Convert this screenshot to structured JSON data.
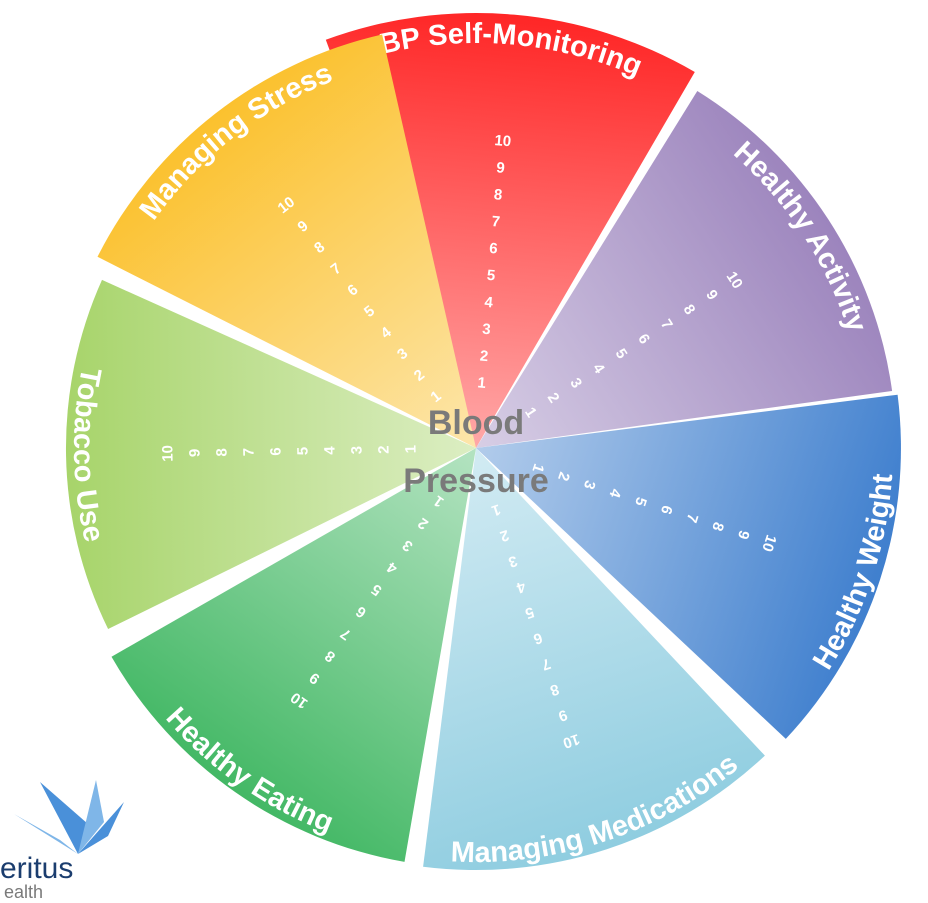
{
  "center": {
    "line1": "Blood",
    "line2": "Pressure"
  },
  "segments": [
    {
      "title": "BP Self-Monitoring",
      "color": "#ff2626",
      "ticks": [
        "1",
        "2",
        "3",
        "4",
        "5",
        "6",
        "7",
        "8",
        "9",
        "10"
      ]
    },
    {
      "title": "Healthy Activity",
      "color": "#9c84bd",
      "ticks": [
        "1",
        "2",
        "3",
        "4",
        "5",
        "6",
        "7",
        "8",
        "9",
        "10"
      ]
    },
    {
      "title": "Healthy Weight",
      "color": "#3f7fce",
      "ticks": [
        "1",
        "2",
        "3",
        "4",
        "5",
        "6",
        "7",
        "8",
        "9",
        "10"
      ]
    },
    {
      "title": "Managing Medications",
      "color": "#8fcde0",
      "ticks": [
        "1",
        "2",
        "3",
        "4",
        "5",
        "6",
        "7",
        "8",
        "9",
        "10"
      ]
    },
    {
      "title": "Healthy Eating",
      "color": "#43b865",
      "ticks": [
        "1",
        "2",
        "3",
        "4",
        "5",
        "6",
        "7",
        "8",
        "9",
        "10"
      ]
    },
    {
      "title": "Tobacco Use",
      "color": "#a7d46a",
      "ticks": [
        "1",
        "2",
        "3",
        "4",
        "5",
        "6",
        "7",
        "8",
        "9",
        "10"
      ]
    },
    {
      "title": "Managing Stress",
      "color": "#fbc12e",
      "ticks": [
        "1",
        "2",
        "3",
        "4",
        "5",
        "6",
        "7",
        "8",
        "9",
        "10"
      ]
    }
  ],
  "logo": {
    "name": "eritus",
    "sub": "ealth",
    "colors": [
      "#4a90d9",
      "#7fb6e8",
      "#1b3d6e"
    ]
  }
}
